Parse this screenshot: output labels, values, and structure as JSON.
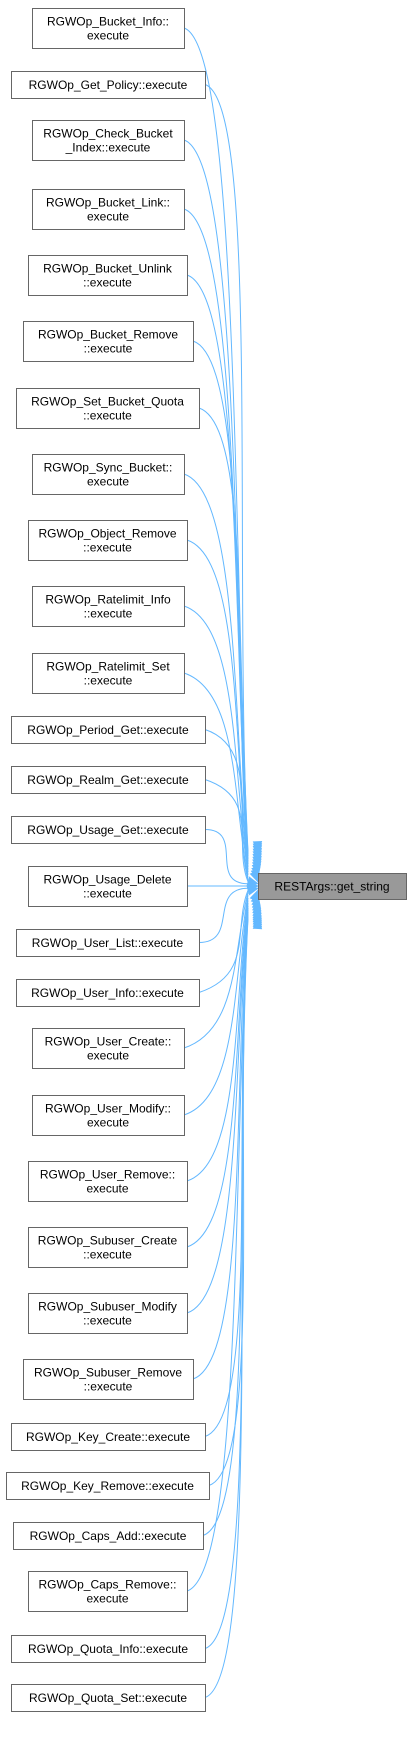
{
  "target": {
    "id": "target",
    "lines": [
      "RESTArgs::get_string"
    ]
  },
  "callers": [
    {
      "id": "bucket-info",
      "lines": [
        "RGWOp_Bucket_Info::",
        "execute"
      ]
    },
    {
      "id": "get-policy",
      "lines": [
        "RGWOp_Get_Policy::execute"
      ]
    },
    {
      "id": "check-bucket-index",
      "lines": [
        "RGWOp_Check_Bucket",
        "_Index::execute"
      ]
    },
    {
      "id": "bucket-link",
      "lines": [
        "RGWOp_Bucket_Link::",
        "execute"
      ]
    },
    {
      "id": "bucket-unlink",
      "lines": [
        "RGWOp_Bucket_Unlink",
        "::execute"
      ]
    },
    {
      "id": "bucket-remove",
      "lines": [
        "RGWOp_Bucket_Remove",
        "::execute"
      ]
    },
    {
      "id": "set-bucket-quota",
      "lines": [
        "RGWOp_Set_Bucket_Quota",
        "::execute"
      ]
    },
    {
      "id": "sync-bucket",
      "lines": [
        "RGWOp_Sync_Bucket::",
        "execute"
      ]
    },
    {
      "id": "object-remove",
      "lines": [
        "RGWOp_Object_Remove",
        "::execute"
      ]
    },
    {
      "id": "ratelimit-info",
      "lines": [
        "RGWOp_Ratelimit_Info",
        "::execute"
      ]
    },
    {
      "id": "ratelimit-set",
      "lines": [
        "RGWOp_Ratelimit_Set",
        "::execute"
      ]
    },
    {
      "id": "period-get",
      "lines": [
        "RGWOp_Period_Get::execute"
      ]
    },
    {
      "id": "realm-get",
      "lines": [
        "RGWOp_Realm_Get::execute"
      ]
    },
    {
      "id": "usage-get",
      "lines": [
        "RGWOp_Usage_Get::execute"
      ]
    },
    {
      "id": "usage-delete",
      "lines": [
        "RGWOp_Usage_Delete",
        "::execute"
      ]
    },
    {
      "id": "user-list",
      "lines": [
        "RGWOp_User_List::execute"
      ]
    },
    {
      "id": "user-info",
      "lines": [
        "RGWOp_User_Info::execute"
      ]
    },
    {
      "id": "user-create",
      "lines": [
        "RGWOp_User_Create::",
        "execute"
      ]
    },
    {
      "id": "user-modify",
      "lines": [
        "RGWOp_User_Modify::",
        "execute"
      ]
    },
    {
      "id": "user-remove",
      "lines": [
        "RGWOp_User_Remove::",
        "execute"
      ]
    },
    {
      "id": "subuser-create",
      "lines": [
        "RGWOp_Subuser_Create",
        "::execute"
      ]
    },
    {
      "id": "subuser-modify",
      "lines": [
        "RGWOp_Subuser_Modify",
        "::execute"
      ]
    },
    {
      "id": "subuser-remove",
      "lines": [
        "RGWOp_Subuser_Remove",
        "::execute"
      ]
    },
    {
      "id": "key-create",
      "lines": [
        "RGWOp_Key_Create::execute"
      ]
    },
    {
      "id": "key-remove",
      "lines": [
        "RGWOp_Key_Remove::execute"
      ]
    },
    {
      "id": "caps-add",
      "lines": [
        "RGWOp_Caps_Add::execute"
      ]
    },
    {
      "id": "caps-remove",
      "lines": [
        "RGWOp_Caps_Remove::",
        "execute"
      ]
    },
    {
      "id": "quota-info",
      "lines": [
        "RGWOp_Quota_Info::execute"
      ]
    },
    {
      "id": "quota-set",
      "lines": [
        "RGWOp_Quota_Set::execute"
      ]
    }
  ],
  "colors": {
    "edge": "#63b8ff",
    "node_border": "#666666",
    "target_fill": "#999999",
    "node_fill": "#ffffff"
  }
}
